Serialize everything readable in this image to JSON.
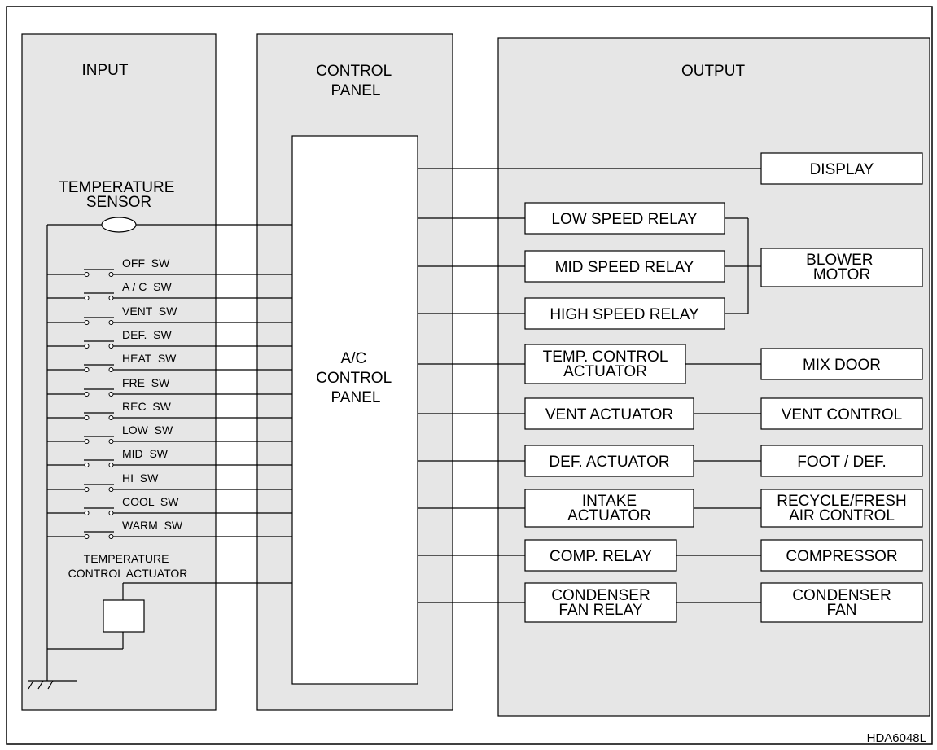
{
  "colors": {
    "panel_fill": "#e6e6e6",
    "box_fill": "#ffffff",
    "line": "#000000"
  },
  "sections": {
    "input": "INPUT",
    "control": [
      "CONTROL",
      "PANEL"
    ],
    "output": "OUTPUT"
  },
  "temperature_sensor": [
    "TEMPERATURE",
    "SENSOR"
  ],
  "switches": [
    "OFF  SW",
    "A / C  SW",
    "VENT  SW",
    "DEF.  SW",
    "HEAT  SW",
    "FRE  SW",
    "REC  SW",
    "LOW  SW",
    "MID  SW",
    "HI  SW",
    "COOL  SW",
    "WARM  SW"
  ],
  "temp_control_actuator": [
    "TEMPERATURE",
    "CONTROL ACTUATOR"
  ],
  "ac_control_panel": [
    "A/C",
    "CONTROL",
    "PANEL"
  ],
  "display": "DISPLAY",
  "relays": [
    "LOW SPEED RELAY",
    "MID SPEED RELAY",
    "HIGH SPEED RELAY"
  ],
  "blower_motor": [
    "BLOWER",
    "MOTOR"
  ],
  "outputs": [
    {
      "left": [
        "TEMP. CONTROL",
        "ACTUATOR"
      ],
      "right": [
        "MIX DOOR"
      ]
    },
    {
      "left": [
        "VENT ACTUATOR"
      ],
      "right": [
        "VENT CONTROL"
      ]
    },
    {
      "left": [
        "DEF. ACTUATOR"
      ],
      "right": [
        "FOOT / DEF."
      ]
    },
    {
      "left": [
        "INTAKE",
        "ACTUATOR"
      ],
      "right": [
        "RECYCLE/FRESH",
        "AIR CONTROL"
      ]
    },
    {
      "left": [
        "COMP. RELAY"
      ],
      "right": [
        "COMPRESSOR"
      ]
    },
    {
      "left": [
        "CONDENSER",
        "FAN RELAY"
      ],
      "right": [
        "CONDENSER",
        "FAN"
      ]
    }
  ],
  "code": "HDA6048L"
}
